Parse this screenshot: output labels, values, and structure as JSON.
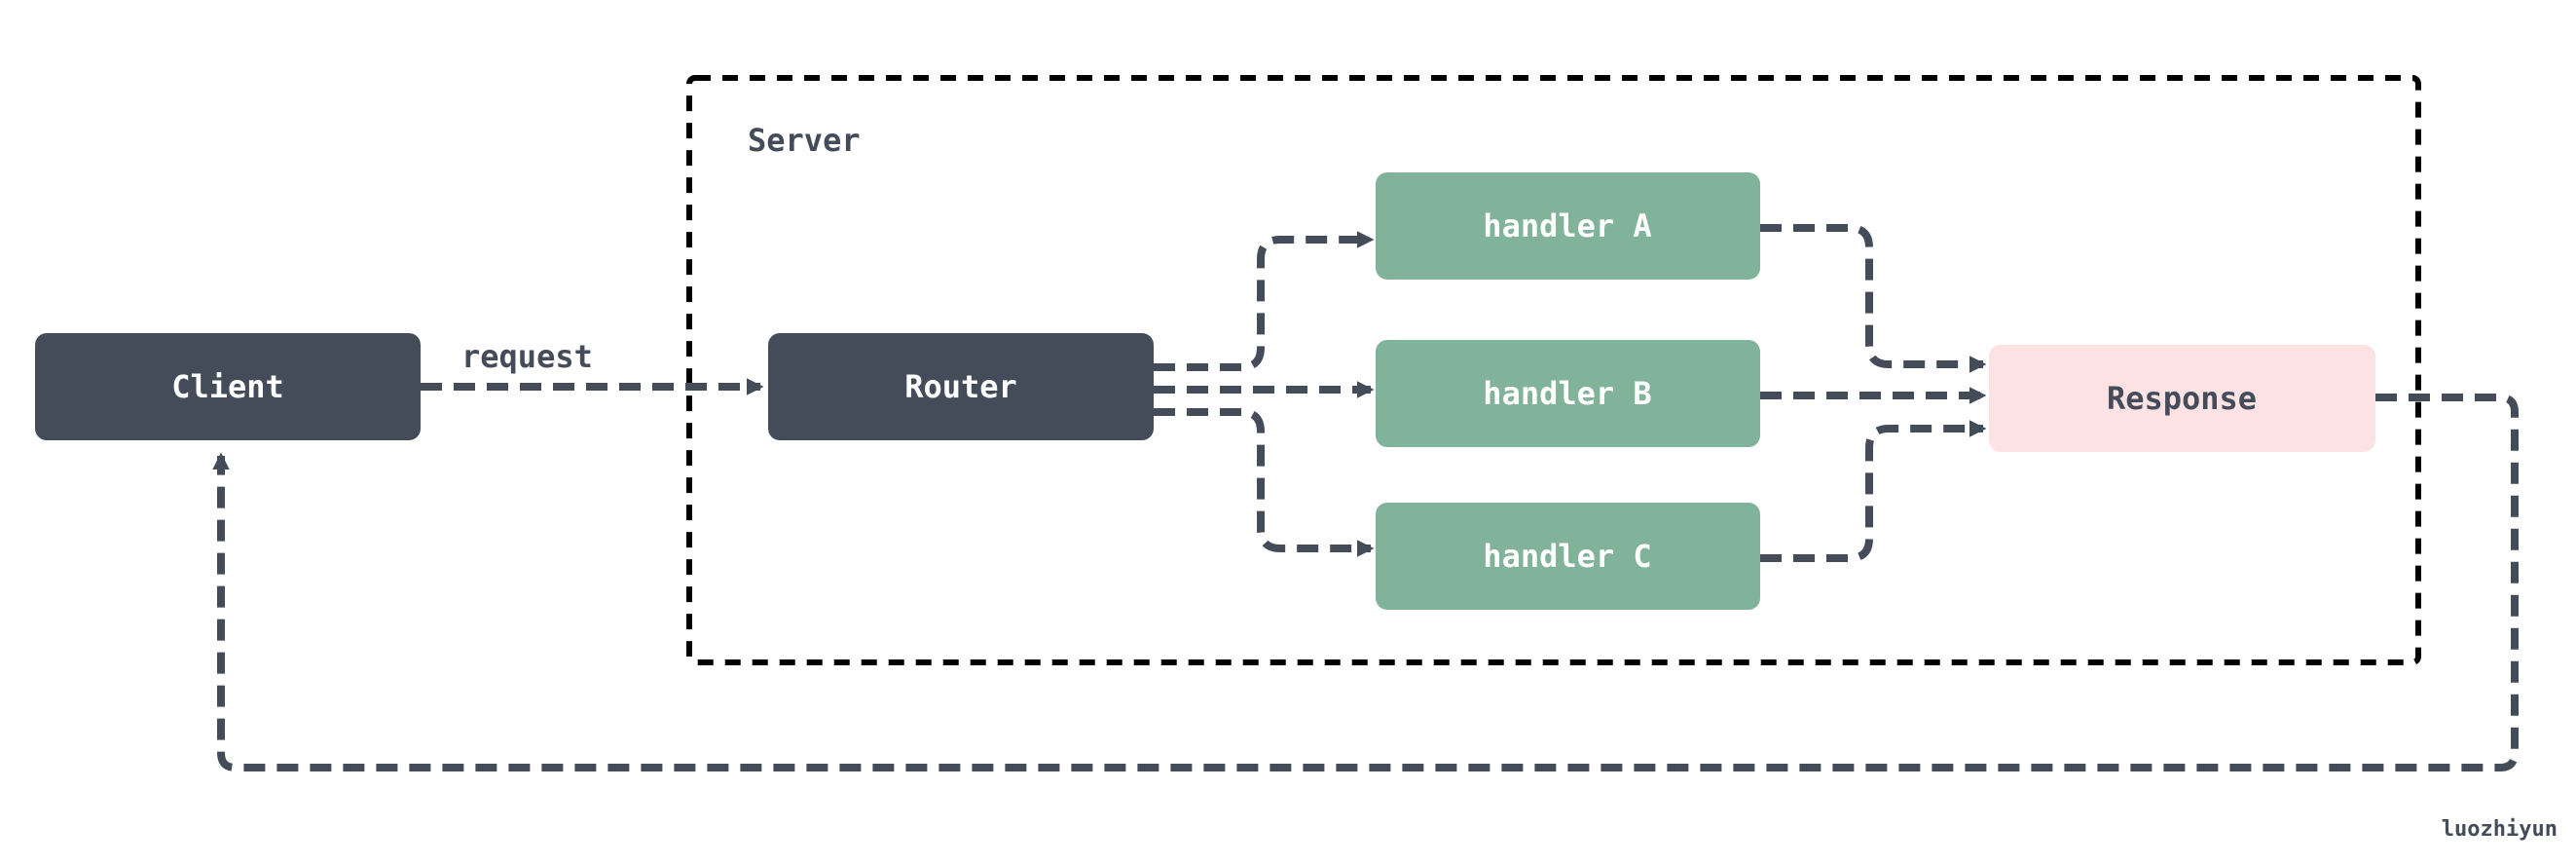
{
  "colors": {
    "dark_node": "#454c59",
    "handler_node": "#81b39a",
    "response_node": "#fde2e4",
    "edge": "#454c59",
    "boundary": "#000000"
  },
  "server": {
    "label": "Server"
  },
  "nodes": {
    "client": {
      "label": "Client"
    },
    "router": {
      "label": "Router"
    },
    "handler_a": {
      "label": "handler A"
    },
    "handler_b": {
      "label": "handler B"
    },
    "handler_c": {
      "label": "handler C"
    },
    "response": {
      "label": "Response"
    }
  },
  "edges": {
    "request": {
      "label": "request"
    }
  },
  "watermark": "luozhiyun"
}
